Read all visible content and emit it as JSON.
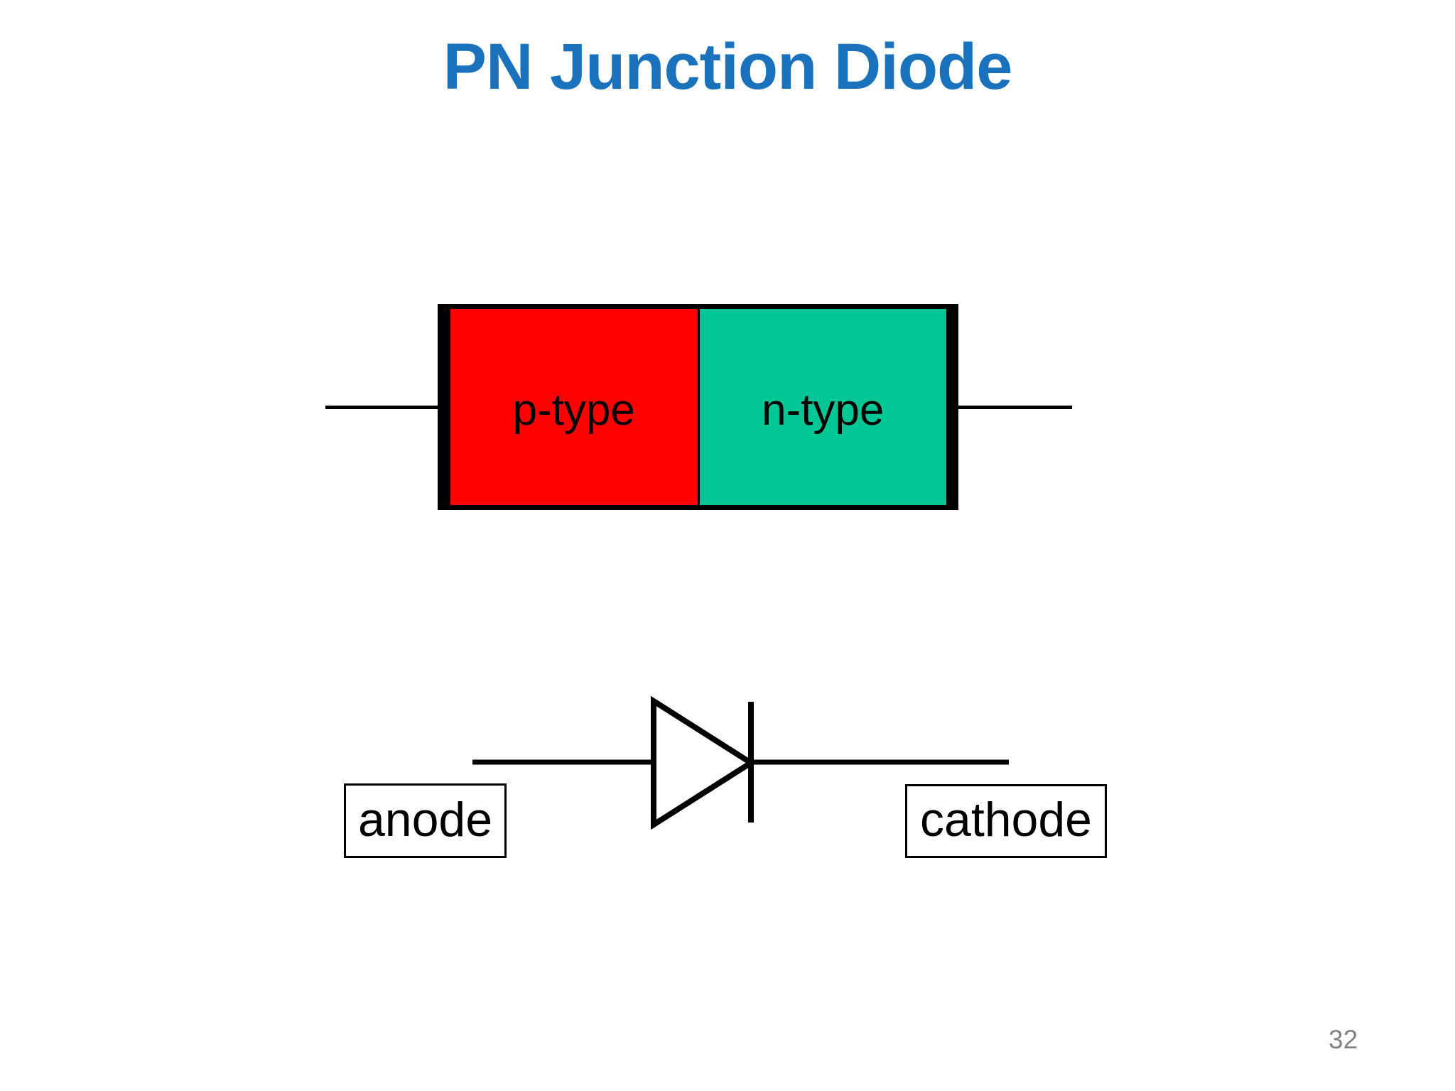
{
  "slide": {
    "title": "PN Junction Diode",
    "page_number": "32",
    "pn_block": {
      "p_label": "p-type",
      "n_label": "n-type"
    },
    "symbol_labels": {
      "anode": "anode",
      "cathode": "cathode"
    },
    "colors": {
      "title_blue": "#1B72BC",
      "p_type_red": "#FE0000",
      "n_type_green": "#00C795",
      "outline_black": "#000000",
      "page_number_gray": "#848484"
    }
  }
}
